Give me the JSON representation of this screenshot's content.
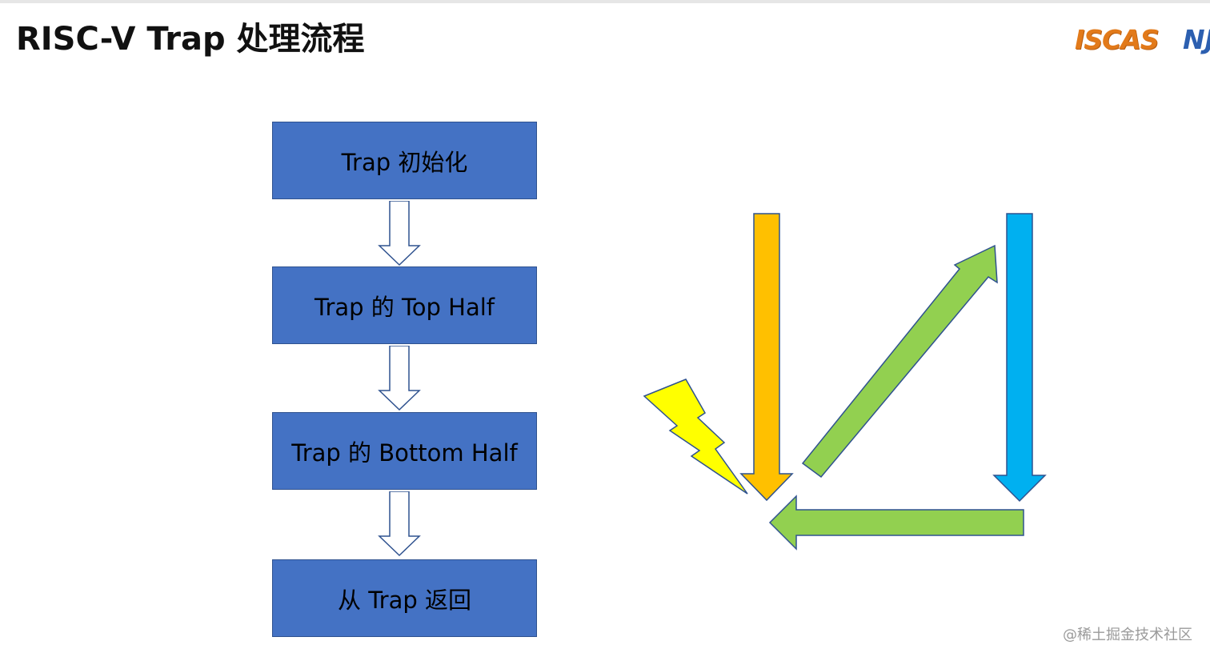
{
  "slide": {
    "title": "RISC-V Trap 处理流程",
    "logo_primary": "ISCAS",
    "logo_partner": "NJU"
  },
  "flow_steps": [
    {
      "label": "Trap 初始化"
    },
    {
      "label": "Trap 的 Top Half"
    },
    {
      "label": "Trap 的 Bottom Half"
    },
    {
      "label": "从 Trap 返回"
    }
  ],
  "cycle_diagram": {
    "colors": {
      "box_fill": "#4472c4",
      "down_arrow_orange": "#ffc000",
      "down_arrow_blue": "#00b0f0",
      "green_arrows": "#92d050",
      "lightning": "#ffff00",
      "outline": "#2f528f"
    },
    "icons": [
      "lightning-bolt-icon",
      "orange-down-arrow",
      "green-diagonal-arrow",
      "blue-down-arrow",
      "green-left-arrow"
    ]
  },
  "watermark": "@稀土掘金技术社区"
}
